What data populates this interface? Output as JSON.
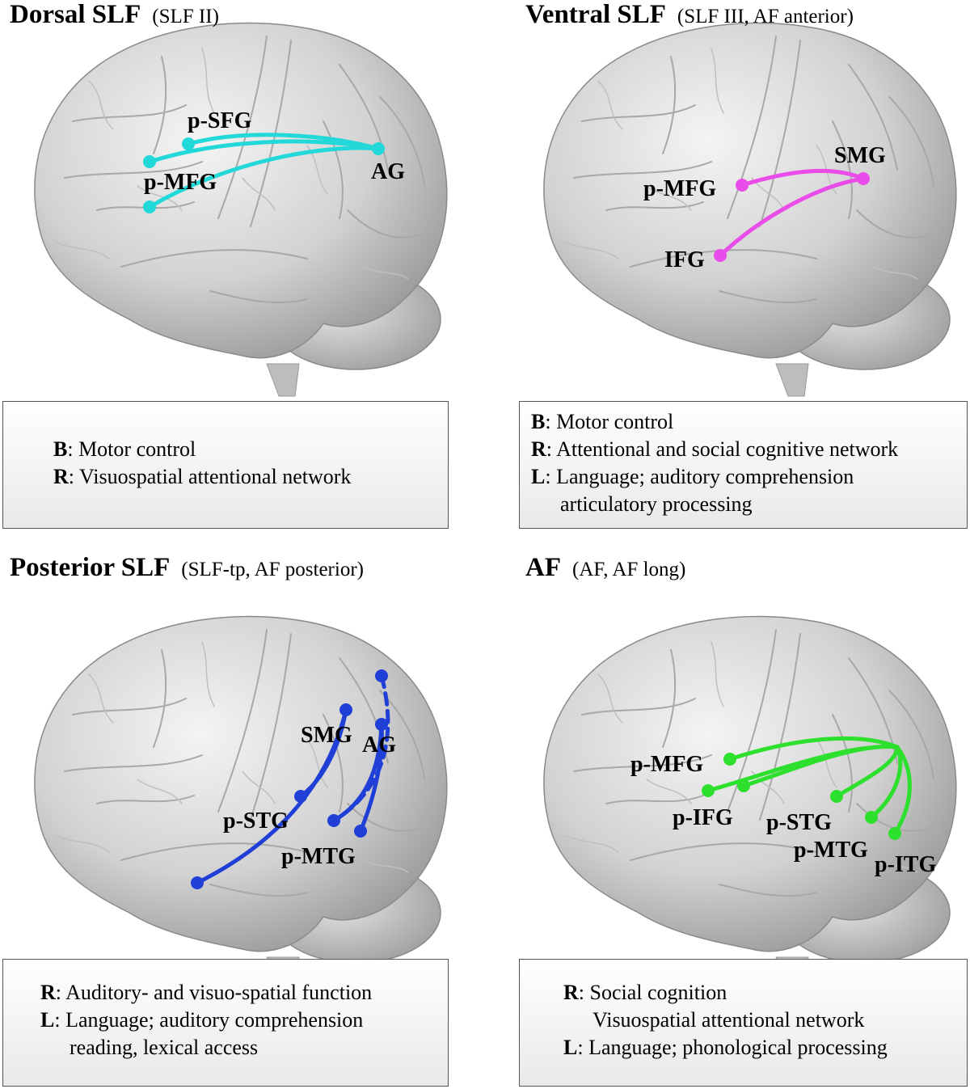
{
  "panels": {
    "dorsal": {
      "title": "Dorsal SLF",
      "subtitle": "(SLF II)",
      "line_color": "#22d8d8",
      "nodes": [
        "p-SFG",
        "p-MFG",
        "AG"
      ],
      "functions": [
        {
          "key": "B",
          "text": ": Motor control"
        },
        {
          "key": "R",
          "text": ": Visuospatial attentional network"
        }
      ]
    },
    "ventral": {
      "title": "Ventral SLF",
      "subtitle": "(SLF III, AF anterior)",
      "line_color": "#e94ce9",
      "nodes": [
        "SMG",
        "p-MFG",
        "IFG"
      ],
      "functions": [
        {
          "key": "B",
          "text": ": Motor control"
        },
        {
          "key": "R",
          "text": ": Attentional and social cognitive network"
        },
        {
          "key": "L",
          "text": ": Language; auditory comprehension"
        }
      ],
      "continuation": "articulatory processing"
    },
    "posterior": {
      "title": "Posterior SLF",
      "subtitle": "(SLF-tp, AF posterior)",
      "line_color": "#1f3fd6",
      "nodes": [
        "SMG",
        "AG",
        "p-STG",
        "p-MTG"
      ],
      "functions": [
        {
          "key": "R",
          "text": ": Auditory- and visuo-spatial function"
        },
        {
          "key": "L",
          "text": ": Language; auditory comprehension"
        }
      ],
      "continuation": "reading, lexical access"
    },
    "af": {
      "title": "AF",
      "subtitle": "(AF, AF long)",
      "line_color": "#2ee02e",
      "nodes": [
        "p-MFG",
        "p-IFG",
        "p-STG",
        "p-MTG",
        "p-ITG"
      ],
      "functions": [
        {
          "key": "R",
          "text": ": Social cognition"
        }
      ],
      "continuation_r": "Visuospatial attentional network",
      "functions_l": [
        {
          "key": "L",
          "text": ": Language; phonological processing"
        }
      ]
    }
  }
}
